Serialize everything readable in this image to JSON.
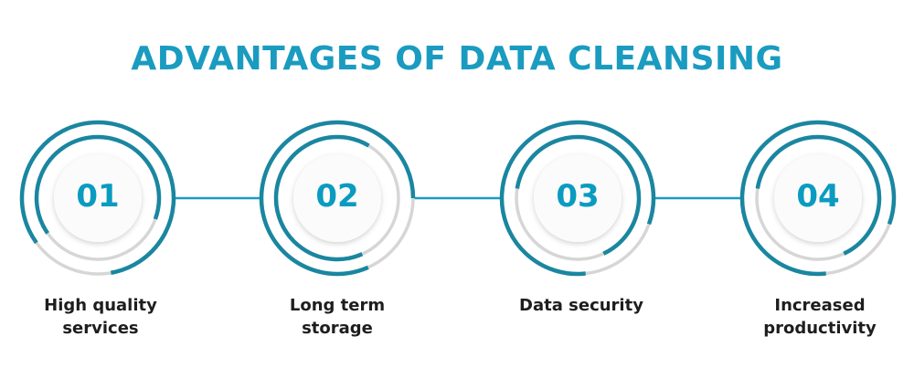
{
  "title": "ADVANTAGES OF DATA CLEANSING",
  "steps": [
    {
      "number": "01",
      "label_line1": "High quality",
      "label_line2": "services"
    },
    {
      "number": "02",
      "label_line1": "Long term",
      "label_line2": "storage"
    },
    {
      "number": "03",
      "label_line1": "Data security",
      "label_line2": ""
    },
    {
      "number": "04",
      "label_line1": "Increased",
      "label_line2": "productivity"
    }
  ],
  "colors": {
    "accent": "#1a86a0",
    "number": "#0a9bc0",
    "track": "#d6d6d6",
    "title": "#1a9bc0"
  }
}
